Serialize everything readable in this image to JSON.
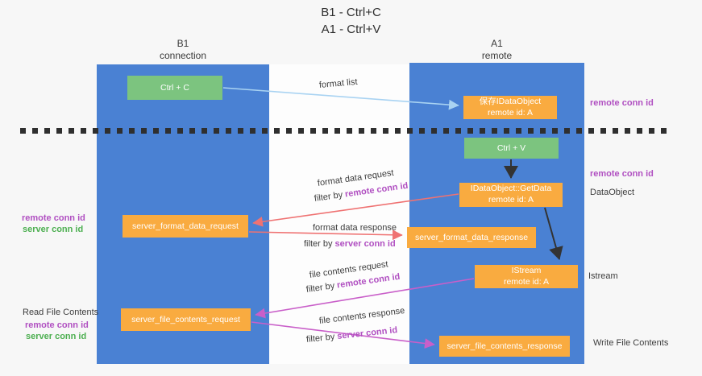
{
  "title": {
    "line1": "B1 - Ctrl+C",
    "line2": "A1 - Ctrl+V"
  },
  "columns": {
    "b1": {
      "name": "B1",
      "subtitle": "connection"
    },
    "a1": {
      "name": "A1",
      "subtitle": "remote"
    }
  },
  "nodes": {
    "ctrl_c": {
      "label": "Ctrl + C"
    },
    "saved_dataobject": {
      "line1": "保存IDataObject",
      "line2": "remote id: A"
    },
    "ctrl_v": {
      "label": "Ctrl + V"
    },
    "getdata": {
      "line1": "IDataObject::GetData",
      "line2": "remote id: A"
    },
    "format_request": {
      "label": "server_format_data_request"
    },
    "format_response": {
      "label": "server_format_data_response"
    },
    "istream": {
      "line1": "IStream",
      "line2": "remote id: A"
    },
    "file_request": {
      "label": "server_file_contents_request"
    },
    "file_response": {
      "label": "server_file_contents_response"
    }
  },
  "flow_labels": {
    "format_list": "format list",
    "format_data_request": "format data request",
    "format_data_response": "format data response",
    "file_contents_request": "file contents request",
    "file_contents_response": "file contents response",
    "filter_by": "filter by ",
    "remote_conn_id": "remote conn id",
    "server_conn_id": "server conn id"
  },
  "left_labels": {
    "remote_conn_id": "remote conn id",
    "server_conn_id": "server conn id",
    "read_file_contents": "Read File Contents"
  },
  "right_labels": {
    "remote_conn_id_top": "remote conn id",
    "remote_conn_id_mid": "remote conn id",
    "dataobject": "DataObject",
    "istream": "Istream",
    "write_file_contents": "Write File Contents"
  },
  "colors": {
    "column_blue": "#4a81d3",
    "node_green": "#7cc47f",
    "node_orange": "#f9ab40",
    "arrow_light_blue": "#a9d3f2",
    "arrow_black": "#333333",
    "arrow_red": "#ef7272",
    "arrow_magenta": "#c95fc9",
    "label_purple": "#b04fc1",
    "label_green": "#4caf50"
  }
}
